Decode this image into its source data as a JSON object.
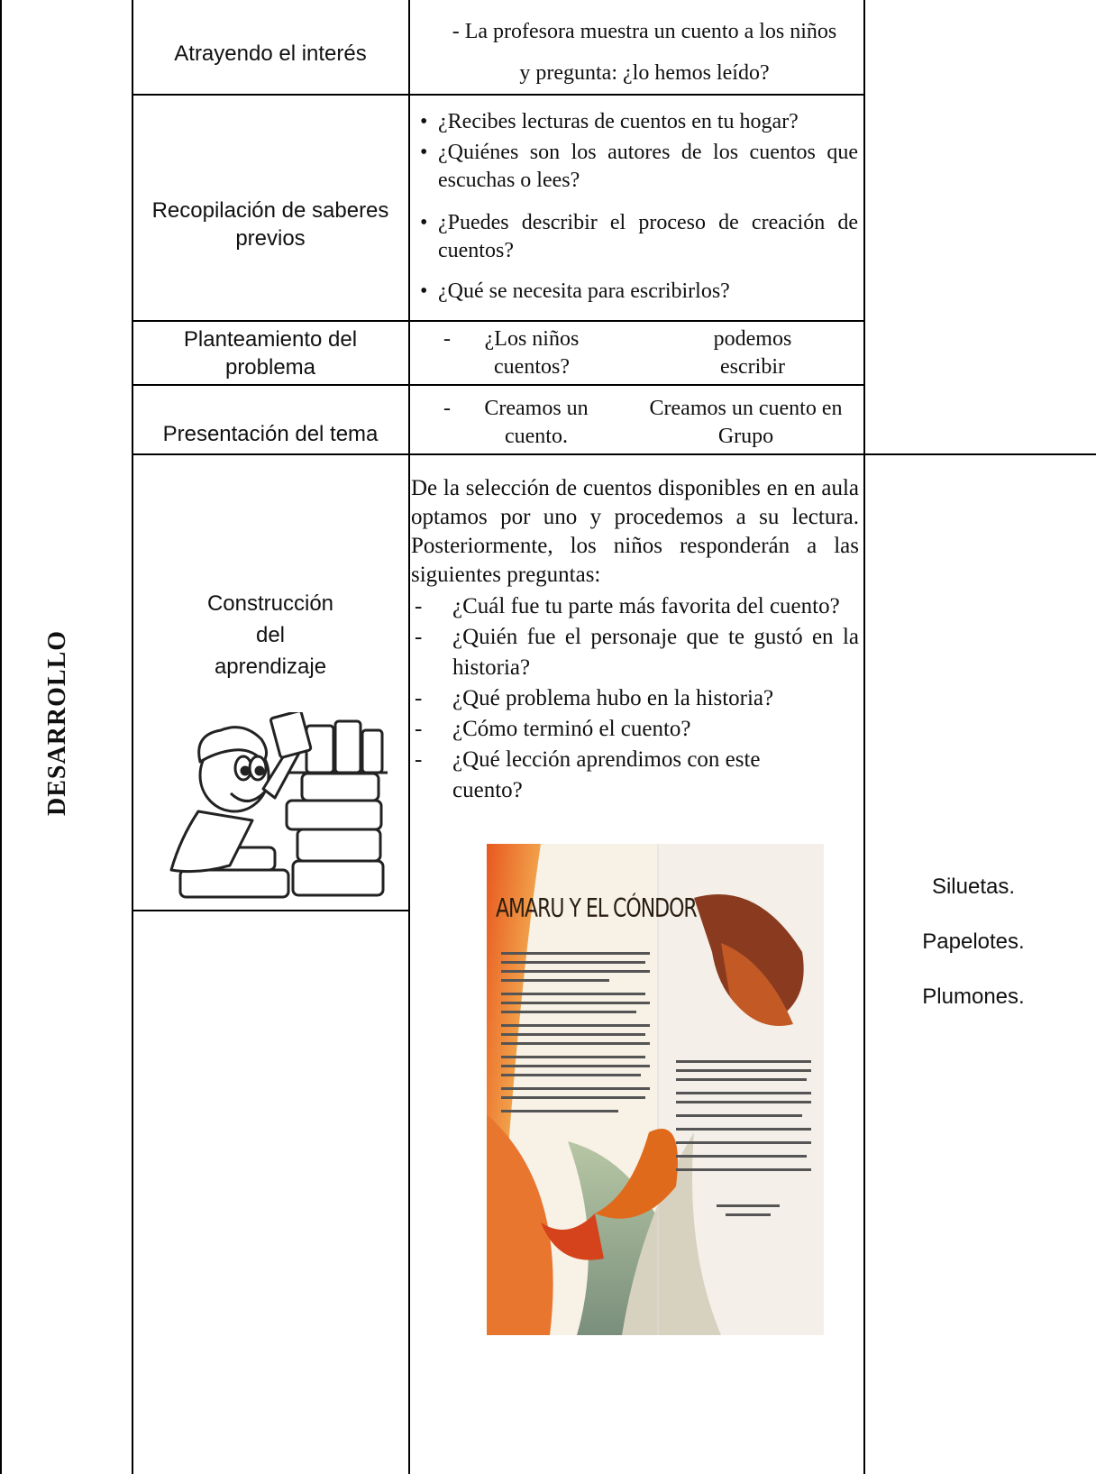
{
  "section_label": "DESARROLLO",
  "rows": [
    {
      "stage": "Atrayendo el interés",
      "activity": "- La profesora muestra un cuento a los niños y pregunta: ¿lo hemos leído?"
    },
    {
      "stage": "Recopilación de saberes previos",
      "bullets": [
        "¿Recibes lecturas de cuentos en tu hogar?",
        "¿Quiénes son los autores de los cuentos que escuchas o lees?",
        "¿Puedes describir el proceso de creación de cuentos?",
        "¿Qué se necesita para escribirlos?"
      ]
    },
    {
      "stage": "Planteamiento del problema",
      "act_a": "¿Los niños cuentos?",
      "act_b": "podemos escribir"
    },
    {
      "stage": "Presentación del tema",
      "act_a": "Creamos un cuento.",
      "act_b": "Creamos un cuento en Grupo"
    },
    {
      "stage_lines": [
        "Construcción",
        "del",
        "aprendizaje"
      ],
      "intro": "De la selección de cuentos disponibles en en aula optamos por uno y procedemos a su lectura. Posteriormente, los niños responderán a las siguientes preguntas:",
      "questions": [
        "¿Cuál fue tu parte más favorita del cuento?",
        "¿Quién fue el personaje que te gustó en la historia?",
        "¿Qué problema hubo en la historia?",
        "¿Cómo terminó el cuento?",
        "¿Qué lección aprendimos con este cuento?"
      ],
      "book_title": "AMARU Y EL CÓNDOR",
      "materials": [
        "Siluetas.",
        "Papelotes.",
        "Plumones."
      ]
    }
  ]
}
